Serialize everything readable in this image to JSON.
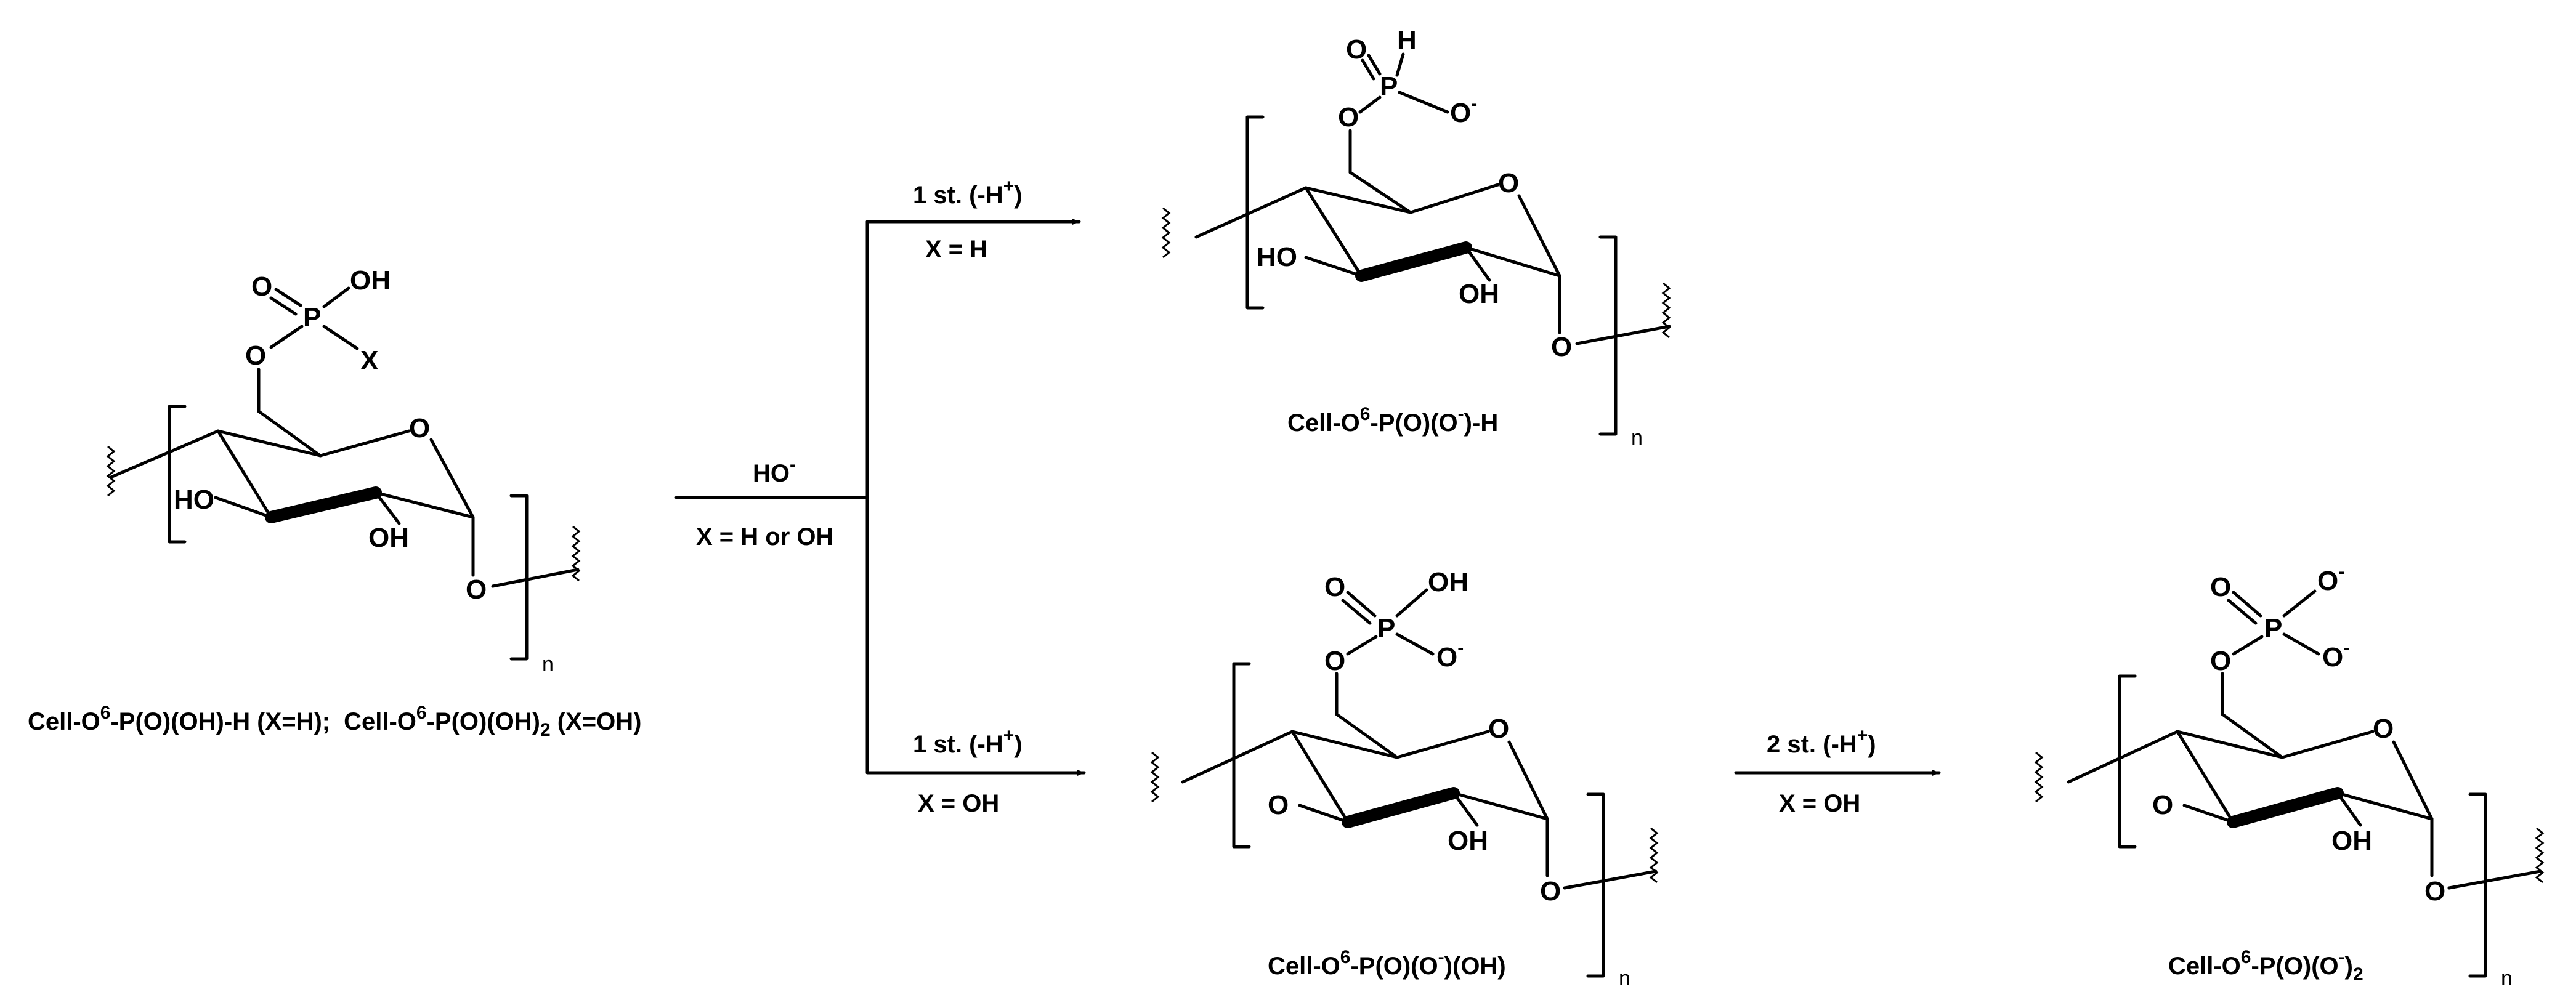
{
  "colors": {
    "ink": "#000000",
    "background": "#ffffff"
  },
  "atoms": {
    "O": "O",
    "OH": "OH",
    "HO": "HO",
    "P": "P",
    "H": "H",
    "X": "X",
    "O_minus": "O",
    "minus": "-"
  },
  "repeat_index": "n",
  "structures": {
    "reactant": {
      "caption_part1_a": "Cell-O",
      "caption_part1_sup": "6",
      "caption_part1_b": "-P(O)(OH)-H (X=H);",
      "caption_part2_a": "Cell-O",
      "caption_part2_sup": "6",
      "caption_part2_b": "-P(O)(OH)",
      "caption_part2_sub": "2",
      "caption_part2_c": " (X=OH)"
    },
    "product_h": {
      "caption_a": "Cell-O",
      "caption_sup": "6",
      "caption_b": "-P(O)(O",
      "caption_sup2": "-",
      "caption_c": ")-H"
    },
    "product_oh": {
      "caption_a": "Cell-O",
      "caption_sup": "6",
      "caption_b": "-P(O)(O",
      "caption_sup2": "-",
      "caption_c": ")(OH)"
    },
    "product_dianion": {
      "caption_a": "Cell-O",
      "caption_sup": "6",
      "caption_b": "-P(O)(O",
      "caption_sup2": "-",
      "caption_c": ")",
      "caption_sub": "2"
    }
  },
  "arrows": {
    "main": {
      "top_a": "HO",
      "top_sup": "-",
      "bottom": "X = H or OH"
    },
    "upper": {
      "top_a": "1 st. (-H",
      "top_sup": "+",
      "top_b": ")",
      "bottom": "X = H"
    },
    "lower": {
      "top_a": "1 st. (-H",
      "top_sup": "+",
      "top_b": ")",
      "bottom": "X = OH"
    },
    "second": {
      "top_a": "2 st. (-H",
      "top_sup": "+",
      "top_b": ")",
      "bottom": "X = OH"
    }
  }
}
